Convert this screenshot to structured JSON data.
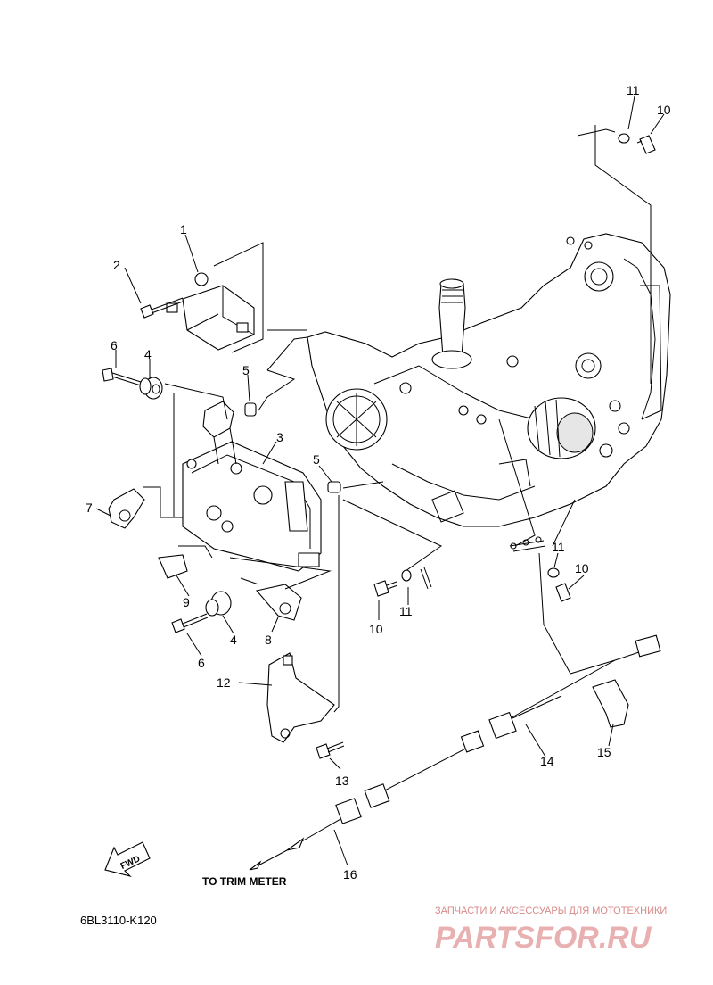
{
  "callouts": {
    "c1": "1",
    "c2": "2",
    "c3": "3",
    "c4a": "4",
    "c4b": "4",
    "c5a": "5",
    "c5b": "5",
    "c6a": "6",
    "c6b": "6",
    "c7": "7",
    "c8": "8",
    "c9": "9",
    "c10a": "10",
    "c10b": "10",
    "c10c": "10",
    "c11a": "11",
    "c11b": "11",
    "c11c": "11",
    "c12": "12",
    "c13": "13",
    "c14": "14",
    "c15": "15",
    "c16": "16"
  },
  "fwd_label": "FWD",
  "trim_meter_label": "TO TRIM METER",
  "diagram_code": "6BL3110-K120",
  "watermark": {
    "tagline": "ЗАПЧАСТИ И АКСЕССУАРЫ ДЛЯ МОТОТЕХНИКИ",
    "brand": "PARTSFOR.RU"
  }
}
